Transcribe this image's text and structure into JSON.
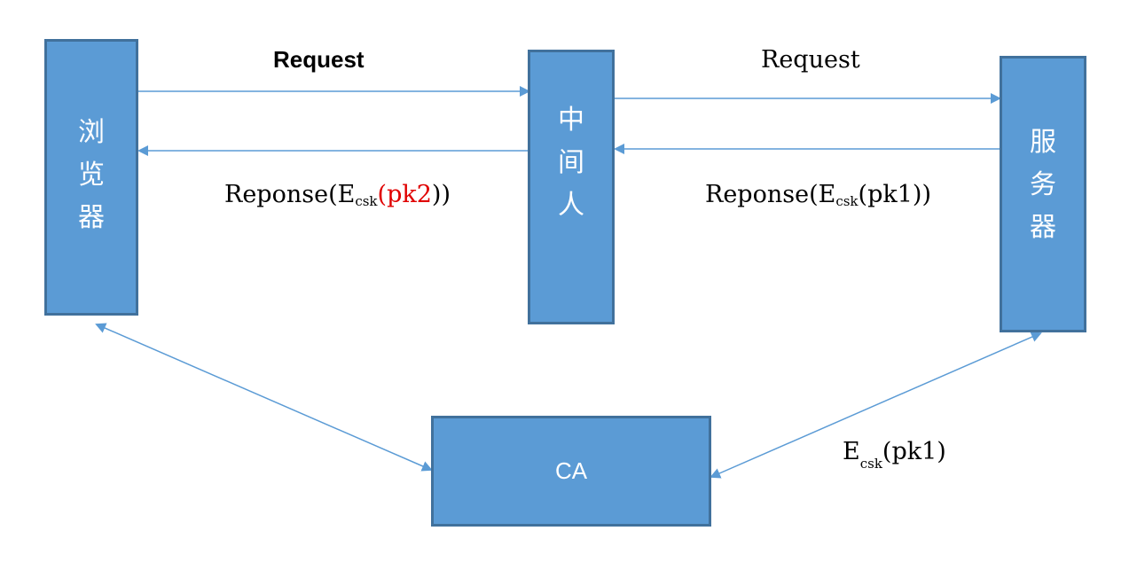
{
  "nodes": {
    "browser": {
      "label": "浏览器"
    },
    "mitm": {
      "label": "中间人"
    },
    "server": {
      "label": "服务器"
    },
    "ca": {
      "label": "CA"
    }
  },
  "edges": {
    "browser_to_mitm": {
      "label": "Request"
    },
    "mitm_to_server": {
      "label": "Request"
    },
    "mitm_to_browser": {
      "prefix": "Reponse(E",
      "sub": "csk",
      "open": "(",
      "key": "pk2",
      "close": "))"
    },
    "server_to_mitm": {
      "prefix": "Reponse(E",
      "sub": "csk",
      "open": "(",
      "key": "pk1",
      "close": "))"
    },
    "ca_server": {
      "prefix": "E",
      "sub": "csk",
      "open": "(",
      "key": "pk1",
      "close": ")"
    }
  },
  "colors": {
    "box_fill": "#5b9bd5",
    "box_border": "#41719c",
    "arrow": "#5b9bd5",
    "highlight_key": "#e00000"
  }
}
